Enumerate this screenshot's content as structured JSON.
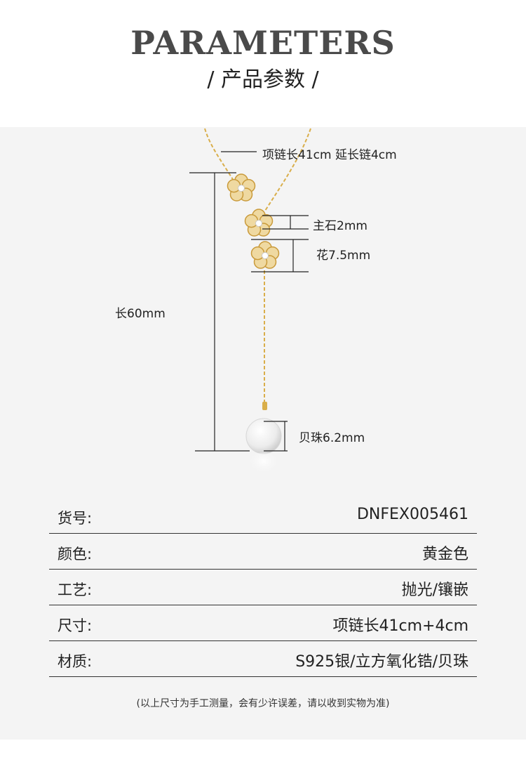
{
  "header": {
    "title": "PARAMETERS",
    "subtitle": "/ 产品参数 /"
  },
  "diagram": {
    "chain_length_label": "项链长41cm 延长链4cm",
    "main_stone_label": "主石2mm",
    "flower_label": "花7.5mm",
    "total_length_label": "长60mm",
    "pearl_label": "贝珠6.2mm"
  },
  "specs": [
    {
      "label": "货号:",
      "value": "DNFEX005461"
    },
    {
      "label": "颜色:",
      "value": "黄金色"
    },
    {
      "label": "工艺:",
      "value": "抛光/镶嵌"
    },
    {
      "label": "尺寸:",
      "value": "项链长41cm+4cm"
    },
    {
      "label": "材质:",
      "value": "S925银/立方氧化锆/贝珠"
    }
  ],
  "footnote": "(以上尺寸为手工测量，会有少许误差，请以收到实物为准)",
  "colors": {
    "gold": "#d9ae4a",
    "panel": "#f4f4f4",
    "title": "#4a4a4a"
  }
}
